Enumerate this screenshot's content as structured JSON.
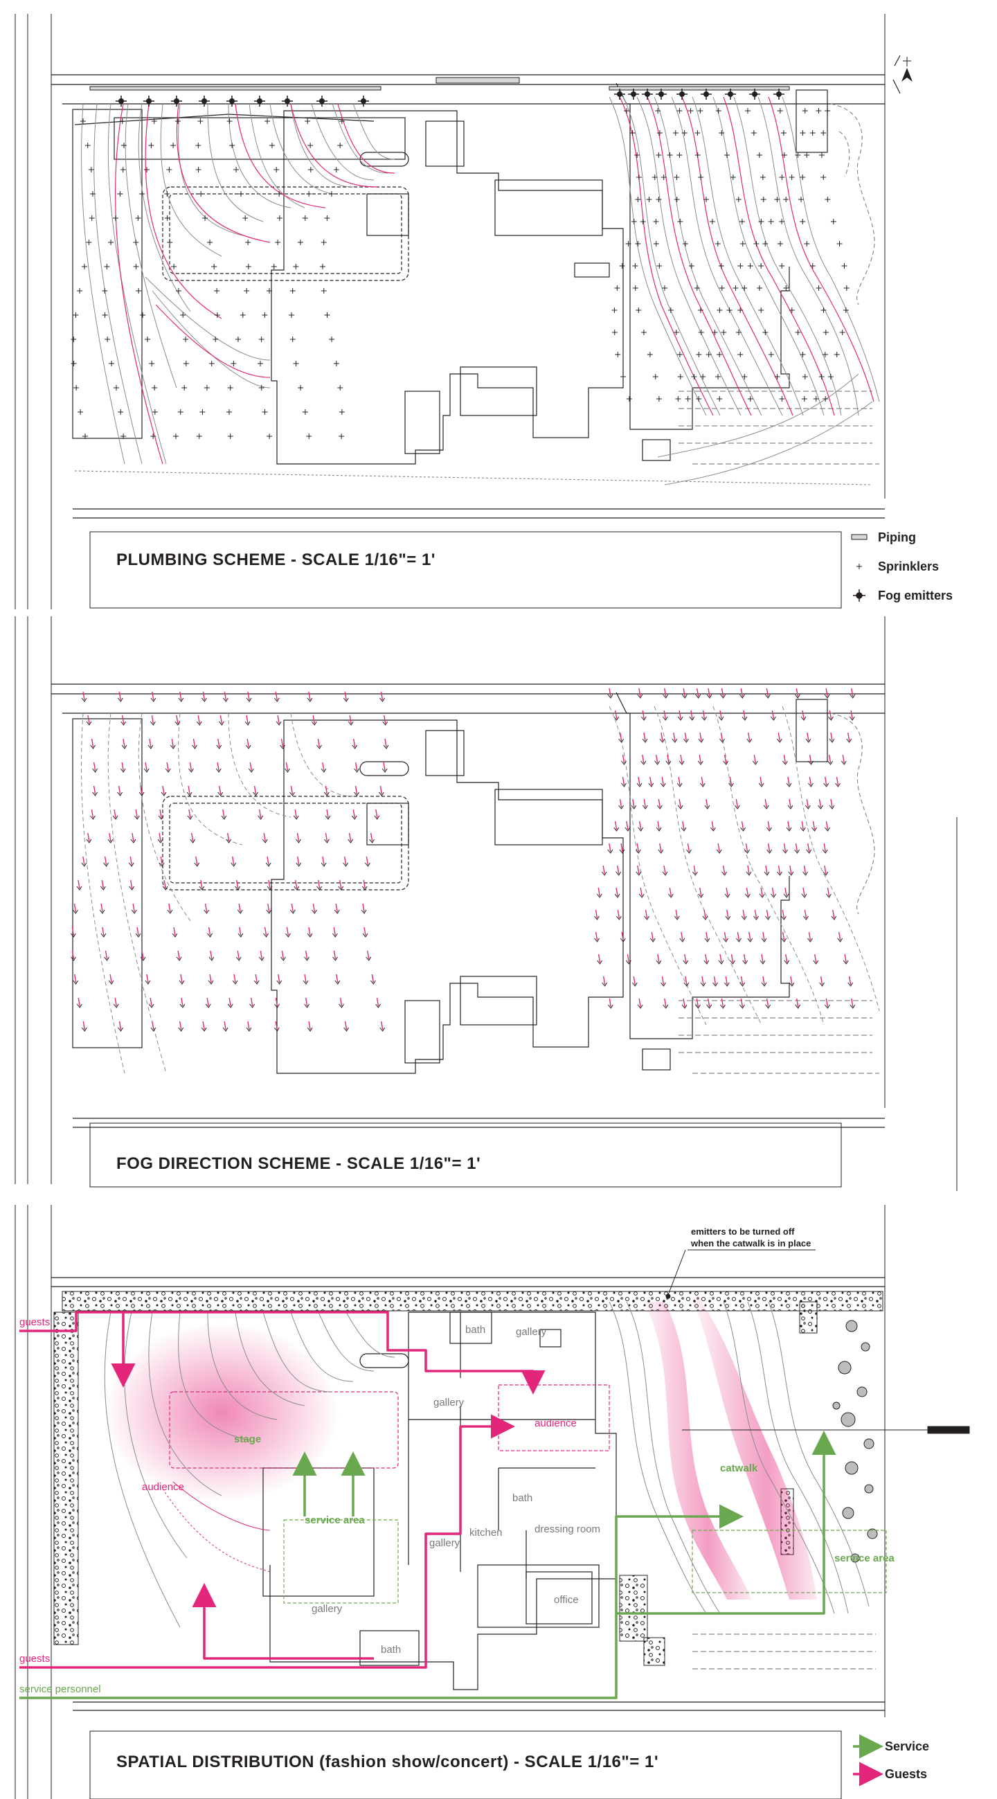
{
  "plumbing": {
    "title": "PLUMBING SCHEME - SCALE 1/16\"= 1'",
    "legend": [
      {
        "icon": "piping-icon",
        "label": "Piping"
      },
      {
        "icon": "sprinkler-icon",
        "label": "Sprinklers"
      },
      {
        "icon": "fog-emitter-icon",
        "label": "Fog emitters"
      }
    ]
  },
  "fog": {
    "title": "FOG DIRECTION SCHEME - SCALE 1/16\"= 1'"
  },
  "spatial": {
    "title": "SPATIAL DISTRIBUTION (fashion show/concert) - SCALE 1/16\"= 1'",
    "note_line1": "emitters to be turned off",
    "note_line2": "when the catwalk is in place",
    "rooms": {
      "bath_top": "bath",
      "gallery_top": "gallery",
      "gallery_mid": "gallery",
      "gallery_left": "gallery",
      "gallery_bottom": "gallery",
      "bath_mid": "bath",
      "kitchen": "kitchen",
      "dressing": "dressing room",
      "office": "office",
      "bath_bottom": "bath"
    },
    "zones": {
      "stage": "stage",
      "audience_left": "audience",
      "audience_right": "audience",
      "service_area_left": "service area",
      "service_area_right": "service area",
      "catwalk": "catwalk"
    },
    "flows": {
      "guests_top": "guests",
      "guests_bottom": "guests",
      "service_personnel": "service personnel"
    },
    "legend": [
      {
        "icon": "service-arrow-icon",
        "label": "Service",
        "color": "#6aa84f"
      },
      {
        "icon": "guests-arrow-icon",
        "label": "Guests",
        "color": "#e4267a"
      }
    ]
  },
  "colors": {
    "pink": "#e4267a",
    "green": "#6aa84f",
    "line": "#231f20",
    "grey": "#8a8a8a"
  }
}
